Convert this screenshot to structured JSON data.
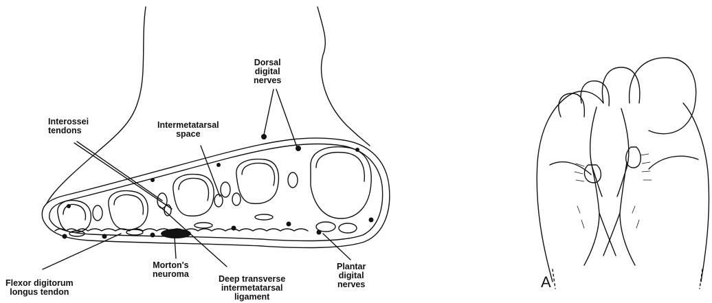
{
  "diagram": {
    "labels": {
      "dorsal_digital_nerves": [
        "Dorsal",
        "digital",
        "nerves"
      ],
      "interossei_tendons": [
        "Interossei",
        "tendons"
      ],
      "intermetatarsal_space": [
        "Intermetatarsal",
        "space"
      ],
      "mortons_neuroma": [
        "Morton's",
        "neuroma"
      ],
      "deep_transverse_ligament": [
        "Deep transverse",
        "intermetatarsal",
        "ligament"
      ],
      "plantar_digital_nerves": [
        "Plantar",
        "digital",
        "nerves"
      ],
      "flexor_digitorum_tendon": [
        "Flexor digitorum",
        "longus tendon"
      ]
    },
    "panel_label": "A",
    "colors": {
      "ink": "#111111",
      "background": "#ffffff"
    }
  }
}
